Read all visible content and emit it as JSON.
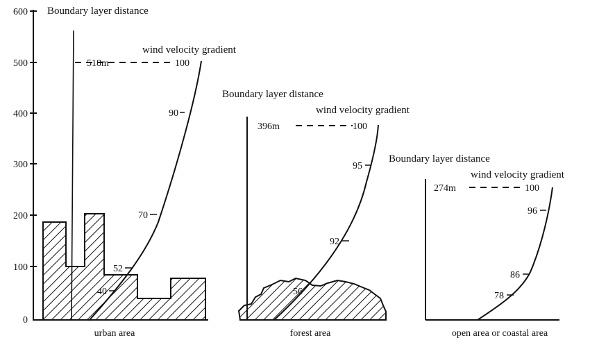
{
  "y_axis": {
    "ticks": [
      "600",
      "500",
      "400",
      "300",
      "200",
      "100",
      "0"
    ]
  },
  "panels": [
    {
      "area": "urban area",
      "boundary_label": "Boundary layer distance",
      "gradient_label": "wind velocity gradient",
      "height_label": "518m",
      "top_value": "100",
      "profile_values": [
        "90",
        "70",
        "52",
        "40"
      ]
    },
    {
      "area": "forest area",
      "boundary_label": "Boundary layer distance",
      "gradient_label": "wind velocity gradient",
      "height_label": "396m",
      "top_value": "100",
      "profile_values": [
        "95",
        "92",
        "56"
      ]
    },
    {
      "area": "open area or coastal area",
      "boundary_label": "Boundary layer distance",
      "gradient_label": "wind velocity gradient",
      "height_label": "274m",
      "top_value": "100",
      "profile_values": [
        "96",
        "86",
        "78"
      ]
    }
  ]
}
